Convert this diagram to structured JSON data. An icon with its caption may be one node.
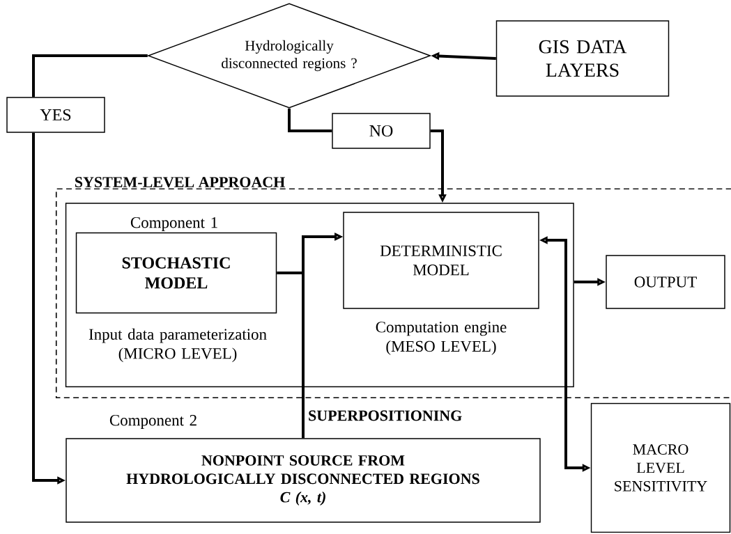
{
  "diagram": {
    "nodes": [
      {
        "text": [
          "Hydrologically disconnected regions ?"
        ]
      },
      {
        "text": [
          "GIS DATA LAYERS"
        ]
      },
      {
        "text": [
          "YES"
        ]
      },
      {
        "text": [
          "NO"
        ]
      },
      {
        "text": [
          "SYSTEM-LEVEL APPROACH"
        ]
      },
      {
        "text": [],
        "shape": "box",
        "in": 4
      },
      {
        "text": [
          "STOCHASTIC MODEL"
        ],
        "beside": [
          "Component 1",
          "Input data parameterization (MICRO LEVEL)"
        ],
        "in": 5
      },
      {
        "text": [
          "DETERMINISTIC MODEL"
        ],
        "beside": [
          "Computation engine (MESO LEVEL)"
        ],
        "in": 5
      },
      {
        "text": [
          "OUTPUT"
        ],
        "in": 4
      },
      {
        "text": [
          "NONPOINT SOURCE FROM HYDROLOGICALLY DISCONNECTED REGIONS",
          "C (x, t)"
        ],
        "beside": [
          "Component 2"
        ]
      },
      {
        "text": [
          "MACRO LEVEL SENSITIVITY"
        ]
      }
    ],
    "edges": [
      {
        "from": 1,
        "to": 0,
        "arrow": "to"
      },
      {
        "from": 0,
        "to": 2,
        "arrow": "none"
      },
      {
        "from": 2,
        "to": 9,
        "arrow": "to"
      },
      {
        "from": 0,
        "to": 3,
        "arrow": "none"
      },
      {
        "from": 3,
        "to": 5,
        "arrow": "to"
      },
      {
        "from": 6,
        "to": 7,
        "arrow": "to"
      },
      {
        "from": 9,
        "to": 7,
        "arrow": "to",
        "label": "SUPERPOSITIONING"
      },
      {
        "from": 7,
        "to": 10,
        "arrow": "both"
      },
      {
        "from": 5,
        "to": 8,
        "arrow": "to"
      }
    ]
  }
}
